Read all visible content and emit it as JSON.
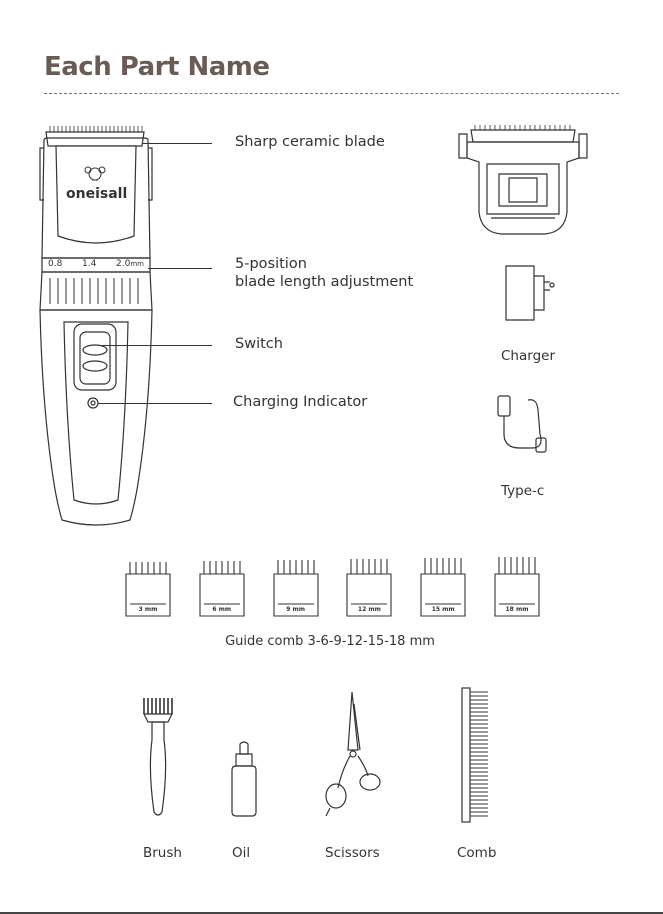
{
  "page": {
    "title": "Each Part Name"
  },
  "clipper": {
    "brand": "oneisall",
    "scale": [
      "0.8",
      "1.4",
      "2.0",
      "mm"
    ]
  },
  "parts": {
    "blade": "Sharp ceramic blade",
    "adjust_line1": "5-position",
    "adjust_line2": "blade length adjustment",
    "switch": "Switch",
    "indicator": "Charging Indicator"
  },
  "accessories": {
    "charger": "Charger",
    "cable": "Type-c"
  },
  "guide_combs": {
    "caption": "Guide comb 3-6-9-12-15-18 mm",
    "sizes": [
      "3 mm",
      "6 mm",
      "9 mm",
      "12 mm",
      "15 mm",
      "18 mm"
    ]
  },
  "tools": {
    "brush": "Brush",
    "oil": "Oil",
    "scissors": "Scissors",
    "comb": "Comb"
  }
}
